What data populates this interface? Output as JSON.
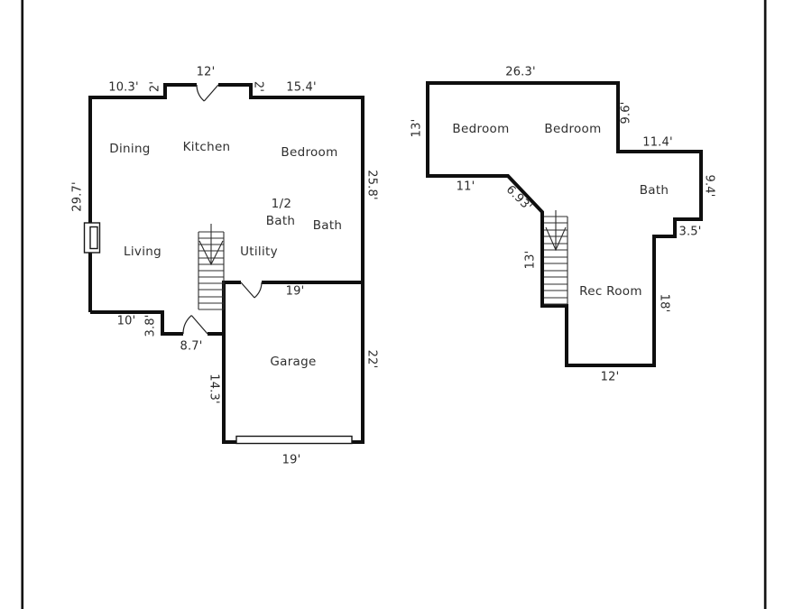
{
  "image": {
    "type": "floor-plan-photo",
    "background": "#ffffff",
    "wall_color": "#0f0f0f",
    "text_color": "#2f2f2f"
  },
  "floor1": {
    "labels": {
      "dining": "Dining",
      "kitchen": "Kitchen",
      "bedroom": "Bedroom",
      "half_bath_line1": "1/2",
      "half_bath_line2": "Bath",
      "bath": "Bath",
      "living": "Living",
      "utility": "Utility",
      "garage": "Garage"
    },
    "dims": {
      "top_left": "10.3'",
      "step_left": "2'",
      "top_center": "12'",
      "step_right": "2'",
      "top_right": "15.4'",
      "left_side": "29.7'",
      "right_upper": "25.8'",
      "bottom_left": "10'",
      "jog": "3.8'",
      "entry": "8.7'",
      "garage_left": "14.3'",
      "garage_top": "19'",
      "garage_right": "22'",
      "garage_bottom": "19'"
    }
  },
  "floor2": {
    "labels": {
      "bedroom_left": "Bedroom",
      "bedroom_right": "Bedroom",
      "bath": "Bath",
      "rec_room": "Rec Room"
    },
    "dims": {
      "top": "26.3'",
      "left_side": "13'",
      "right_step": "9.6'",
      "bath_top": "11.4'",
      "bath_right": "9.4'",
      "bath_step": "3.5'",
      "hall_bottom": "11'",
      "diagonal": "6.93'",
      "stairs": "13'",
      "rec_right": "18'",
      "rec_bottom": "12'"
    }
  }
}
